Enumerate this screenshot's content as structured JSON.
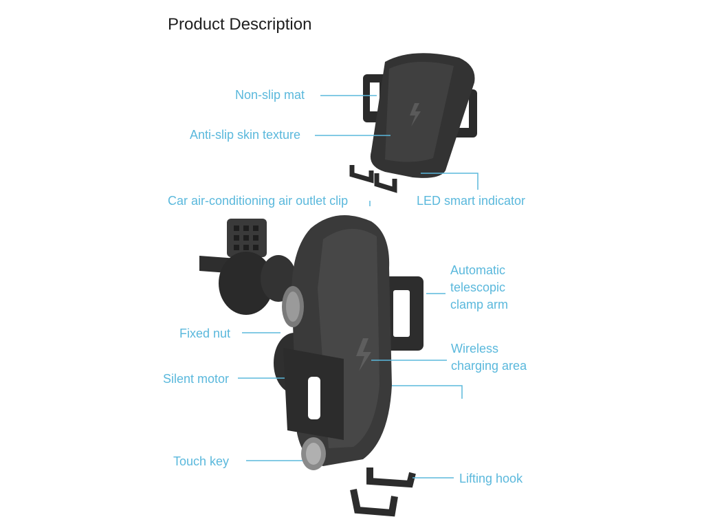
{
  "title": "Product Description",
  "accent_color": "#5ab8dc",
  "labels": {
    "non_slip_mat": "Non-slip mat",
    "anti_slip": "Anti-slip skin texture",
    "air_clip": "Car air-conditioning air outlet clip",
    "led": "LED smart indicator",
    "clamp_1": "Automatic",
    "clamp_2": "telescopic",
    "clamp_3": "clamp arm",
    "fixed_nut": "Fixed nut",
    "wireless_1": "Wireless",
    "wireless_2": "charging area",
    "motor": "Silent motor",
    "touch": "Touch key",
    "hook": "Lifting hook"
  }
}
